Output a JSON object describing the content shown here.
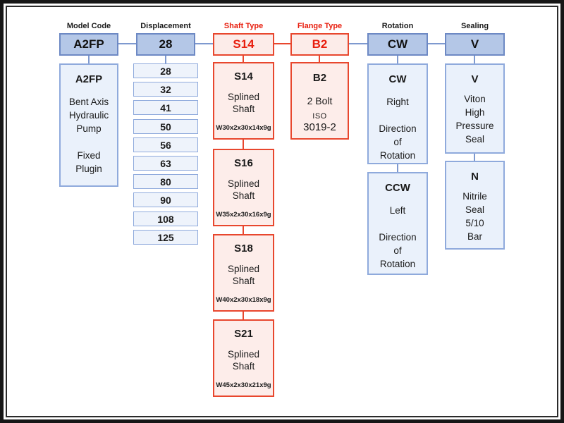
{
  "colors": {
    "blue_header_fill": "#b4c7e7",
    "blue_header_border": "#6d89c4",
    "blue_detail_fill": "#eaf1fb",
    "blue_detail_border": "#8faadc",
    "red_fill": "#fcece9",
    "red_border": "#e8472e",
    "red_text": "#e81e0e",
    "connector_blue": "#7e99cf",
    "frame_black": "#161616"
  },
  "columns": {
    "model_code": {
      "label": "Model Code",
      "code": "A2FP",
      "detail": {
        "title": "A2FP",
        "body": "Bent Axis\nHydraulic\nPump\n\nFixed\nPlugin"
      }
    },
    "displacement": {
      "label": "Displacement",
      "code": "28",
      "options": [
        "28",
        "32",
        "41",
        "50",
        "56",
        "63",
        "80",
        "90",
        "108",
        "125"
      ]
    },
    "shaft_type": {
      "label": "Shaft Type",
      "code": "S14",
      "options": [
        {
          "title": "S14",
          "body": "Splined\nShaft",
          "spec": "W30x2x30x14x9g"
        },
        {
          "title": "S16",
          "body": "Splined\nShaft",
          "spec": "W35x2x30x16x9g"
        },
        {
          "title": "S18",
          "body": "Splined\nShaft",
          "spec": "W40x2x30x18x9g"
        },
        {
          "title": "S21",
          "body": "Splined\nShaft",
          "spec": "W45x2x30x21x9g"
        }
      ]
    },
    "flange_type": {
      "label": "Flange Type",
      "code": "B2",
      "detail": {
        "title": "B2",
        "body": "2 Bolt",
        "standard_org": "ISO",
        "standard_num": "3019-2"
      }
    },
    "rotation": {
      "label": "Rotation",
      "code": "CW",
      "options": [
        {
          "title": "CW",
          "body": "Right\n\nDirection\nof\nRotation"
        },
        {
          "title": "CCW",
          "body": "Left\n\nDirection\nof\nRotation"
        }
      ]
    },
    "sealing": {
      "label": "Sealing",
      "code": "V",
      "options": [
        {
          "title": "V",
          "body": "Viton\nHigh\nPressure\nSeal"
        },
        {
          "title": "N",
          "body": "Nitrile\nSeal\n5/10\nBar"
        }
      ]
    }
  }
}
